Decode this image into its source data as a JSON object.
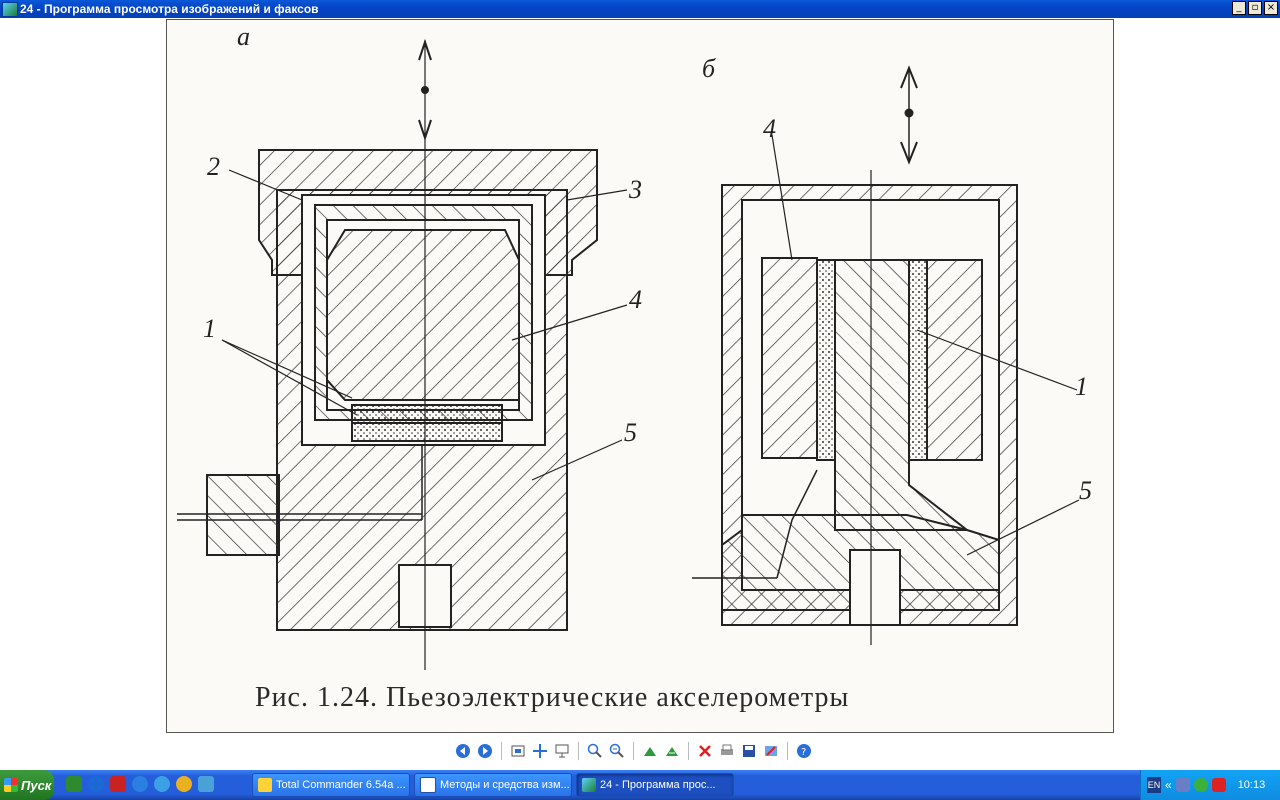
{
  "window": {
    "title": "24 - Программа просмотра изображений и факсов",
    "min": "_",
    "max": "▫",
    "close": "×"
  },
  "figure": {
    "label_a": "а",
    "label_b": "б",
    "callouts_a": [
      "2",
      "1",
      "3",
      "4",
      "5"
    ],
    "callouts_b": [
      "4",
      "1",
      "5"
    ],
    "caption": "Рис. 1.24. Пьезоэлектрические акселерометры"
  },
  "toolbar": {
    "icons": [
      "prev-image-icon",
      "next-image-icon",
      "best-fit-icon",
      "actual-size-icon",
      "slideshow-icon",
      "zoom-in-icon",
      "zoom-out-icon",
      "rotate-clockwise-icon",
      "rotate-counterclockwise-icon",
      "delete-icon",
      "print-icon",
      "save-icon",
      "edit-icon",
      "help-icon"
    ]
  },
  "taskbar": {
    "start_label": "Пуск",
    "tasks": [
      {
        "label": "Total Commander 6.54a ...",
        "icon": "total-commander-icon",
        "active": false
      },
      {
        "label": "Методы и средства изм...",
        "icon": "word-icon",
        "active": false
      },
      {
        "label": "24 - Программа прос...",
        "icon": "image-viewer-icon",
        "active": true
      }
    ],
    "lang": "EN",
    "chevron": "«",
    "clock": "10:13"
  }
}
